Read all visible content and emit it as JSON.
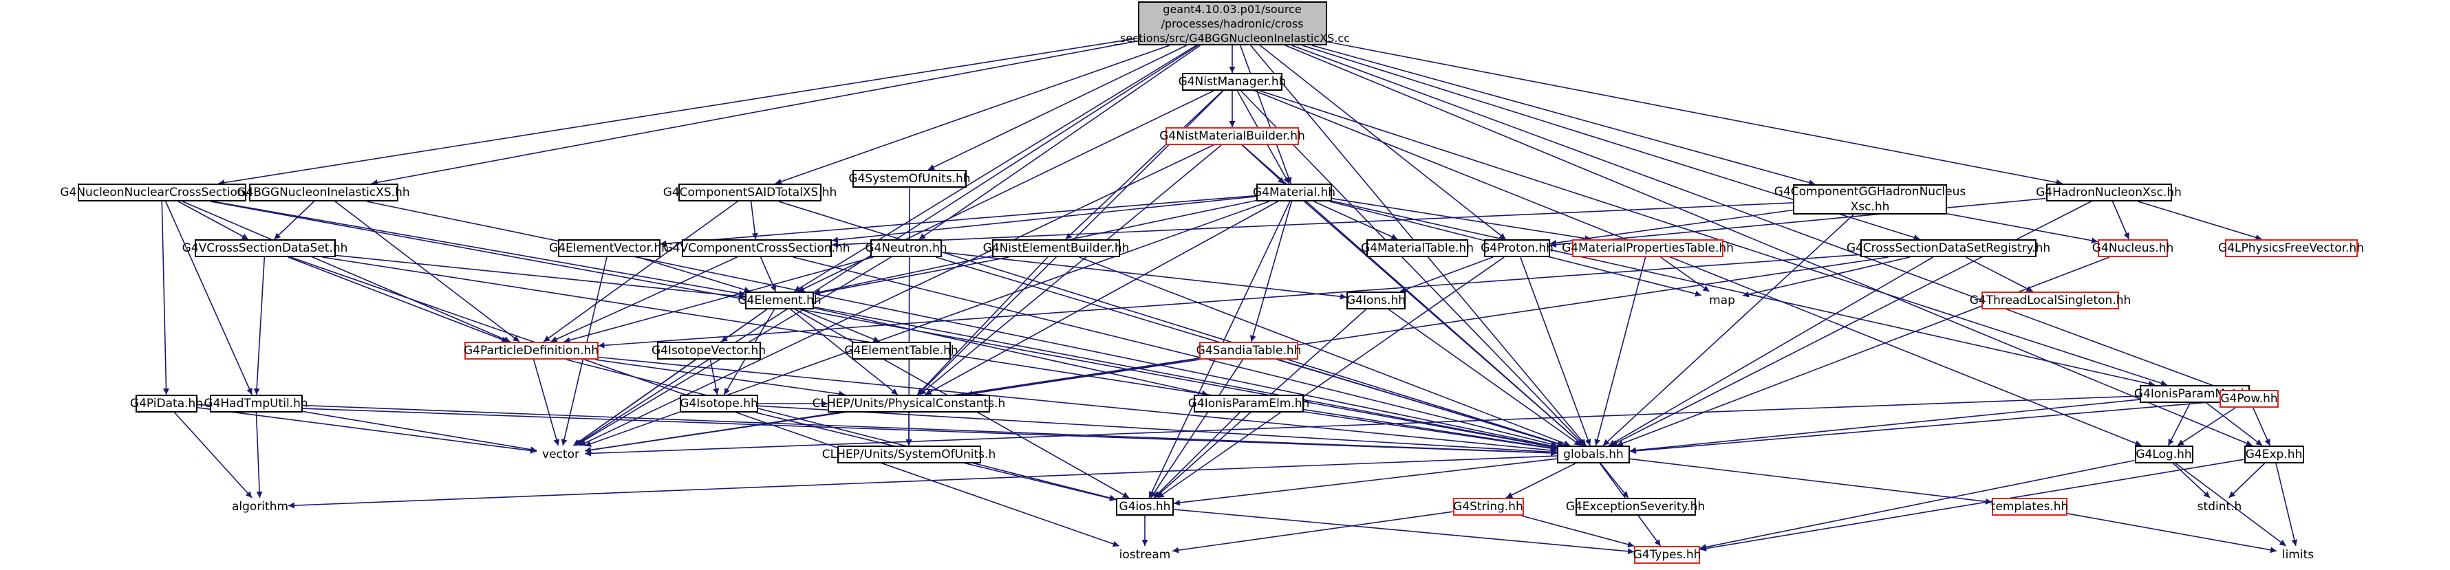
{
  "root": {
    "id": "root",
    "lines": [
      "geant4.10.03.p01/source",
      "/processes/hadronic/cross",
      "_sections/src/G4BGGNucleonInelasticXS.cc"
    ]
  },
  "nodes": [
    {
      "id": "nist_manager",
      "label": "G4NistManager.hh",
      "style": "black"
    },
    {
      "id": "nist_material_builder",
      "label": "G4NistMaterialBuilder.hh",
      "style": "red"
    },
    {
      "id": "system_of_units",
      "label": "G4SystemOfUnits.hh",
      "style": "black"
    },
    {
      "id": "nucleon_nuclear_cs",
      "label": "G4NucleonNuclearCrossSection.hh",
      "style": "black"
    },
    {
      "id": "bgg_nucleon_inelastic",
      "label": "G4BGGNucleonInelasticXS.hh",
      "style": "black"
    },
    {
      "id": "component_sai",
      "label": "G4ComponentSAIDTotalXS.hh",
      "style": "black"
    },
    {
      "id": "material",
      "label": "G4Material.hh",
      "style": "black"
    },
    {
      "id": "component_gg",
      "label": "G4ComponentGGHadronNucleus\nXsc.hh",
      "style": "black"
    },
    {
      "id": "hadron_nucleon_xsc",
      "label": "G4HadronNucleonXsc.hh",
      "style": "black"
    },
    {
      "id": "vcs_dataset",
      "label": "G4VCrossSectionDataSet.hh",
      "style": "black"
    },
    {
      "id": "element_vector",
      "label": "G4ElementVector.hh",
      "style": "black"
    },
    {
      "id": "vcomponent_cs",
      "label": "G4VComponentCrossSection.hh",
      "style": "black"
    },
    {
      "id": "neutron",
      "label": "G4Neutron.hh",
      "style": "black"
    },
    {
      "id": "nist_element_builder",
      "label": "G4NistElementBuilder.hh",
      "style": "black"
    },
    {
      "id": "material_table",
      "label": "G4MaterialTable.hh",
      "style": "black"
    },
    {
      "id": "proton",
      "label": "G4Proton.hh",
      "style": "black"
    },
    {
      "id": "material_properties_table",
      "label": "G4MaterialPropertiesTable.hh",
      "style": "red"
    },
    {
      "id": "cs_dataset_registry",
      "label": "G4CrossSectionDataSetRegistry.hh",
      "style": "black"
    },
    {
      "id": "nucleus",
      "label": "G4Nucleus.hh",
      "style": "red"
    },
    {
      "id": "physics_free_vector",
      "label": "G4LPhysicsFreeVector.hh",
      "style": "red"
    },
    {
      "id": "element",
      "label": "G4Element.hh",
      "style": "black"
    },
    {
      "id": "ions",
      "label": "G4Ions.hh",
      "style": "black"
    },
    {
      "id": "map",
      "label": "map",
      "style": "plain"
    },
    {
      "id": "thread_local_singleton",
      "label": "G4ThreadLocalSingleton.hh",
      "style": "red"
    },
    {
      "id": "particle_definition",
      "label": "G4ParticleDefinition.hh",
      "style": "red"
    },
    {
      "id": "isotope_vector",
      "label": "G4IsotopeVector.hh",
      "style": "black"
    },
    {
      "id": "element_table",
      "label": "G4ElementTable.hh",
      "style": "black"
    },
    {
      "id": "sandia_table",
      "label": "G4SandiaTable.hh",
      "style": "red"
    },
    {
      "id": "ionis_param_mat",
      "label": "G4IonisParamMat.hh",
      "style": "black"
    },
    {
      "id": "pow",
      "label": "G4Pow.hh",
      "style": "red"
    },
    {
      "id": "pi_data",
      "label": "G4PiData.hh",
      "style": "black"
    },
    {
      "id": "had_tmp_util",
      "label": "G4HadTmpUtil.hh",
      "style": "black"
    },
    {
      "id": "isotope",
      "label": "G4Isotope.hh",
      "style": "black"
    },
    {
      "id": "physical_constants",
      "label": "CLHEP/Units/PhysicalConstants.h",
      "style": "black"
    },
    {
      "id": "ionis_param_elm",
      "label": "G4IonisParamElm.hh",
      "style": "black"
    },
    {
      "id": "vector",
      "label": "vector",
      "style": "plain"
    },
    {
      "id": "globals",
      "label": "globals.hh",
      "style": "black"
    },
    {
      "id": "log",
      "label": "G4Log.hh",
      "style": "black"
    },
    {
      "id": "exp",
      "label": "G4Exp.hh",
      "style": "black"
    },
    {
      "id": "clhep_system_of_units",
      "label": "CLHEP/Units/SystemOfUnits.h",
      "style": "black"
    },
    {
      "id": "algorithm",
      "label": "algorithm",
      "style": "plain"
    },
    {
      "id": "ios",
      "label": "G4ios.hh",
      "style": "black"
    },
    {
      "id": "string",
      "label": "G4String.hh",
      "style": "red"
    },
    {
      "id": "exception_severity",
      "label": "G4ExceptionSeverity.hh",
      "style": "black"
    },
    {
      "id": "templates",
      "label": "templates.hh",
      "style": "red"
    },
    {
      "id": "stdint",
      "label": "stdint.h",
      "style": "plain"
    },
    {
      "id": "iostream",
      "label": "iostream",
      "style": "plain"
    },
    {
      "id": "types",
      "label": "G4Types.hh",
      "style": "red"
    },
    {
      "id": "limits",
      "label": "limits",
      "style": "plain"
    }
  ],
  "edges": [
    [
      "root",
      "nist_manager"
    ],
    [
      "root",
      "system_of_units"
    ],
    [
      "root",
      "nucleon_nuclear_cs"
    ],
    [
      "root",
      "bgg_nucleon_inelastic"
    ],
    [
      "root",
      "component_sai"
    ],
    [
      "root",
      "material"
    ],
    [
      "root",
      "component_gg"
    ],
    [
      "root",
      "hadron_nucleon_xsc"
    ],
    [
      "root",
      "neutron"
    ],
    [
      "root",
      "proton"
    ],
    [
      "root",
      "cs_dataset_registry"
    ],
    [
      "root",
      "element"
    ],
    [
      "root",
      "vector"
    ],
    [
      "root",
      "pow"
    ],
    [
      "root",
      "exp"
    ],
    [
      "root",
      "globals"
    ],
    [
      "nist_manager",
      "nist_material_builder"
    ],
    [
      "nist_manager",
      "material"
    ],
    [
      "nist_manager",
      "nist_element_builder"
    ],
    [
      "nist_manager",
      "element"
    ],
    [
      "nist_manager",
      "globals"
    ],
    [
      "nist_manager",
      "physical_constants"
    ],
    [
      "nist_manager",
      "ionis_param_mat"
    ],
    [
      "nist_manager",
      "log"
    ],
    [
      "nist_material_builder",
      "material"
    ],
    [
      "nist_material_builder",
      "globals"
    ],
    [
      "nist_material_builder",
      "physical_constants"
    ],
    [
      "nist_material_builder",
      "vector"
    ],
    [
      "system_of_units",
      "clhep_system_of_units"
    ],
    [
      "nucleon_nuclear_cs",
      "vcs_dataset"
    ],
    [
      "nucleon_nuclear_cs",
      "particle_definition"
    ],
    [
      "nucleon_nuclear_cs",
      "pi_data"
    ],
    [
      "nucleon_nuclear_cs",
      "had_tmp_util"
    ],
    [
      "nucleon_nuclear_cs",
      "element"
    ],
    [
      "nucleon_nuclear_cs",
      "globals"
    ],
    [
      "bgg_nucleon_inelastic",
      "vcs_dataset"
    ],
    [
      "bgg_nucleon_inelastic",
      "particle_definition"
    ],
    [
      "bgg_nucleon_inelastic",
      "globals"
    ],
    [
      "component_sai",
      "vcomponent_cs"
    ],
    [
      "component_sai",
      "globals"
    ],
    [
      "component_sai",
      "particle_definition"
    ],
    [
      "material",
      "element_vector"
    ],
    [
      "material",
      "vcomponent_cs"
    ],
    [
      "material",
      "material_table"
    ],
    [
      "material",
      "material_properties_table"
    ],
    [
      "material",
      "sandia_table"
    ],
    [
      "material",
      "ionis_param_mat"
    ],
    [
      "material",
      "element"
    ],
    [
      "material",
      "globals"
    ],
    [
      "material",
      "map"
    ],
    [
      "material",
      "vector"
    ],
    [
      "material",
      "ios"
    ],
    [
      "material",
      "physical_constants"
    ],
    [
      "component_gg",
      "vcomponent_cs"
    ],
    [
      "component_gg",
      "nucleus"
    ],
    [
      "component_gg",
      "proton"
    ],
    [
      "component_gg",
      "globals"
    ],
    [
      "hadron_nucleon_xsc",
      "physics_free_vector"
    ],
    [
      "hadron_nucleon_xsc",
      "nucleus"
    ],
    [
      "hadron_nucleon_xsc",
      "proton"
    ],
    [
      "hadron_nucleon_xsc",
      "globals"
    ],
    [
      "vcs_dataset",
      "particle_definition"
    ],
    [
      "vcs_dataset",
      "element"
    ],
    [
      "vcs_dataset",
      "had_tmp_util"
    ],
    [
      "vcs_dataset",
      "globals"
    ],
    [
      "vcs_dataset",
      "iostream"
    ],
    [
      "element_vector",
      "element"
    ],
    [
      "element_vector",
      "vector"
    ],
    [
      "vcomponent_cs",
      "element"
    ],
    [
      "vcomponent_cs",
      "particle_definition"
    ],
    [
      "vcomponent_cs",
      "globals"
    ],
    [
      "neutron",
      "ions"
    ],
    [
      "neutron",
      "particle_definition"
    ],
    [
      "neutron",
      "globals"
    ],
    [
      "neutron",
      "vector"
    ],
    [
      "nist_element_builder",
      "element"
    ],
    [
      "nist_element_builder",
      "physical_constants"
    ],
    [
      "nist_element_builder",
      "globals"
    ],
    [
      "proton",
      "ions"
    ],
    [
      "proton",
      "globals"
    ],
    [
      "proton",
      "ios"
    ],
    [
      "material_properties_table",
      "map"
    ],
    [
      "material_properties_table",
      "globals"
    ],
    [
      "cs_dataset_registry",
      "thread_local_singleton"
    ],
    [
      "cs_dataset_registry",
      "map"
    ],
    [
      "cs_dataset_registry",
      "particle_definition"
    ],
    [
      "cs_dataset_registry",
      "vector"
    ],
    [
      "cs_dataset_registry",
      "globals"
    ],
    [
      "nucleus",
      "globals"
    ],
    [
      "element",
      "isotope_vector"
    ],
    [
      "element",
      "element_table"
    ],
    [
      "element",
      "isotope"
    ],
    [
      "element",
      "ionis_param_elm"
    ],
    [
      "element",
      "physical_constants"
    ],
    [
      "element",
      "globals"
    ],
    [
      "element",
      "vector"
    ],
    [
      "element",
      "ios"
    ],
    [
      "ions",
      "ios"
    ],
    [
      "ions",
      "globals"
    ],
    [
      "particle_definition",
      "globals"
    ],
    [
      "particle_definition",
      "vector"
    ],
    [
      "particle_definition",
      "ios"
    ],
    [
      "particle_definition",
      "physical_constants"
    ],
    [
      "isotope_vector",
      "isotope"
    ],
    [
      "isotope_vector",
      "vector"
    ],
    [
      "sandia_table",
      "physical_constants"
    ],
    [
      "sandia_table",
      "vector"
    ],
    [
      "sandia_table",
      "ios"
    ],
    [
      "sandia_table",
      "globals"
    ],
    [
      "ionis_param_mat",
      "globals"
    ],
    [
      "ionis_param_mat",
      "log"
    ],
    [
      "ionis_param_mat",
      "exp"
    ],
    [
      "ionis_param_mat",
      "vector"
    ],
    [
      "pow",
      "log"
    ],
    [
      "pow",
      "exp"
    ],
    [
      "pow",
      "globals"
    ],
    [
      "pi_data",
      "vector"
    ],
    [
      "pi_data",
      "algorithm"
    ],
    [
      "pi_data",
      "globals"
    ],
    [
      "had_tmp_util",
      "algorithm"
    ],
    [
      "had_tmp_util",
      "vector"
    ],
    [
      "had_tmp_util",
      "globals"
    ],
    [
      "isotope",
      "globals"
    ],
    [
      "isotope",
      "ios"
    ],
    [
      "isotope",
      "physical_constants"
    ],
    [
      "physical_constants",
      "clhep_system_of_units"
    ],
    [
      "ionis_param_elm",
      "globals"
    ],
    [
      "ionis_param_elm",
      "ios"
    ],
    [
      "globals",
      "ios"
    ],
    [
      "globals",
      "string"
    ],
    [
      "globals",
      "exception_severity"
    ],
    [
      "globals",
      "templates"
    ],
    [
      "globals",
      "types"
    ],
    [
      "globals",
      "algorithm"
    ],
    [
      "log",
      "types"
    ],
    [
      "log",
      "stdint"
    ],
    [
      "log",
      "limits"
    ],
    [
      "exp",
      "types"
    ],
    [
      "exp",
      "stdint"
    ],
    [
      "exp",
      "limits"
    ],
    [
      "ios",
      "iostream"
    ],
    [
      "ios",
      "types"
    ],
    [
      "string",
      "iostream"
    ],
    [
      "string",
      "types"
    ],
    [
      "templates",
      "limits"
    ]
  ],
  "colors": {
    "node_border": "#000000",
    "red_border": "#e0251b",
    "edge": "#191970",
    "root_fill": "#bfbfbf"
  }
}
